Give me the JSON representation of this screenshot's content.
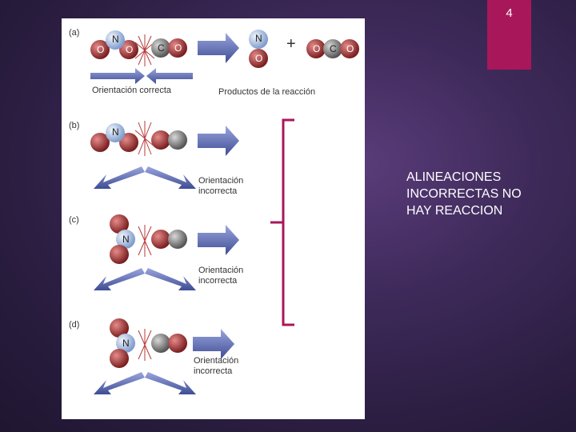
{
  "slide": {
    "number": "4"
  },
  "figure": {
    "panels": [
      {
        "label": "(a)",
        "caption": "Orientación correcta",
        "result_caption": "Productos de la reacción"
      },
      {
        "label": "(b)",
        "caption": "Orientación\nincorrecta"
      },
      {
        "label": "(c)",
        "caption": "Orientación\nincorrecta"
      },
      {
        "label": "(d)",
        "caption": "Orientación\nincorrecta"
      }
    ],
    "atoms": {
      "N": "N",
      "O": "O",
      "C": "C"
    },
    "plus": "+"
  },
  "conclusion": {
    "text": "ALINEACIONES\nINCORRECTAS NO\nHAY  REACCION"
  },
  "colors": {
    "accent": "#a8175a",
    "bracket": "#a8175a",
    "nitrogen": "#aac4e6",
    "oxygen": "#b13a3a",
    "carbon": "#8a8a8a",
    "arrow": "#5865a8"
  }
}
